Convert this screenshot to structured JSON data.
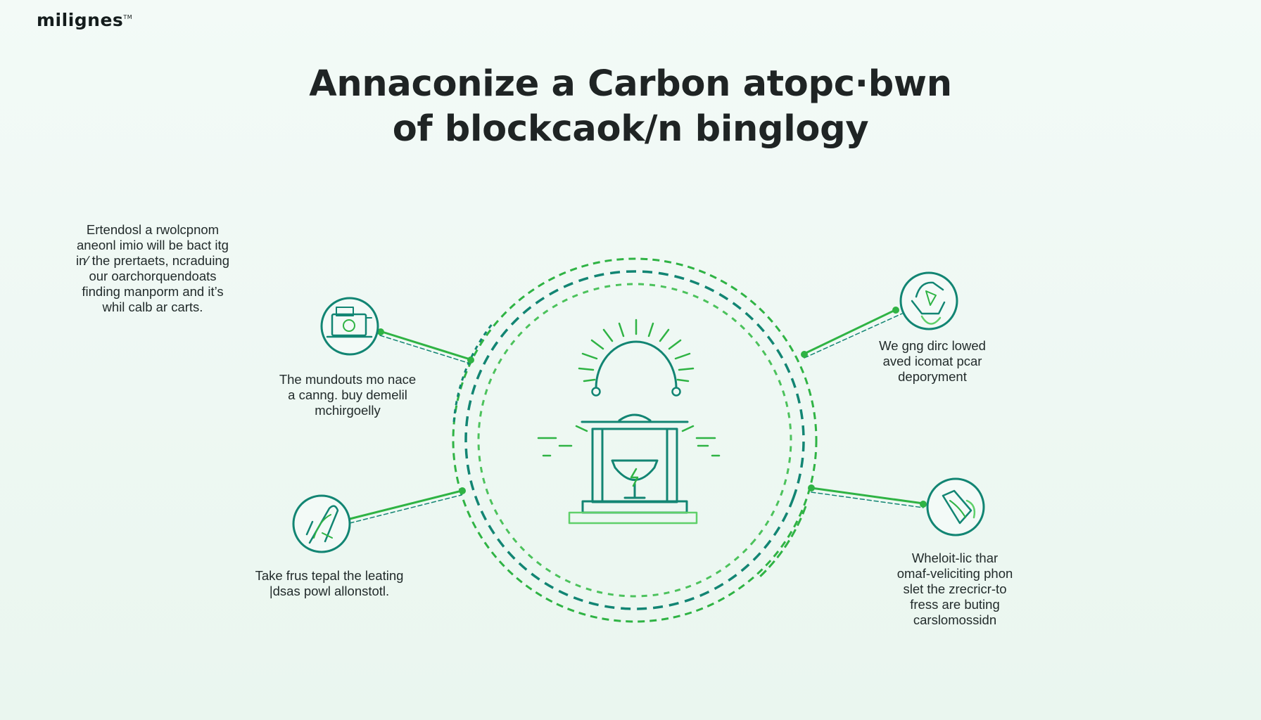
{
  "brand": {
    "name": "miligne",
    "suffix": "s",
    "mark": "TM"
  },
  "title": {
    "line1": "Annaconize a Carbon atopc·bwn",
    "line2": "of blockcaok/n binglogy"
  },
  "captions": {
    "top_left": [
      "Ertendosl a rwolcpnom",
      "aneonl imio will be bact itg",
      "in⁄ the prertaets, ncraduing",
      "our oarchorquendoats",
      "finding manporm and it’s",
      "whil calb ar carts."
    ],
    "mid_left": [
      "The mundouts mo nace",
      "a canng. buy demelil",
      "mchirgoelly"
    ],
    "bottom_left": [
      "Take frus tepal the leating",
      "|dsas powl allonstotl."
    ],
    "top_right": [
      "We gng dirc lowed",
      "aved icomat pcar",
      "deporyment"
    ],
    "bottom_right": [
      "Wheloit-lic thar",
      "omaf-veliciting phon",
      "slet the zrecricr-to",
      "fress are buting",
      "carslomossidn"
    ]
  },
  "icons": {
    "center": "monument-lightbulb-icon",
    "top_left": "money-machine-icon",
    "bottom_left": "hand-leaf-icon",
    "top_right": "globe-recycle-icon",
    "bottom_right": "leaf-hand-icon"
  },
  "colors": {
    "primary_teal": "#128573",
    "accent_green": "#2fb344",
    "light_green": "#5fd06a",
    "text": "#1f2424",
    "background": "#f1f9f5"
  }
}
